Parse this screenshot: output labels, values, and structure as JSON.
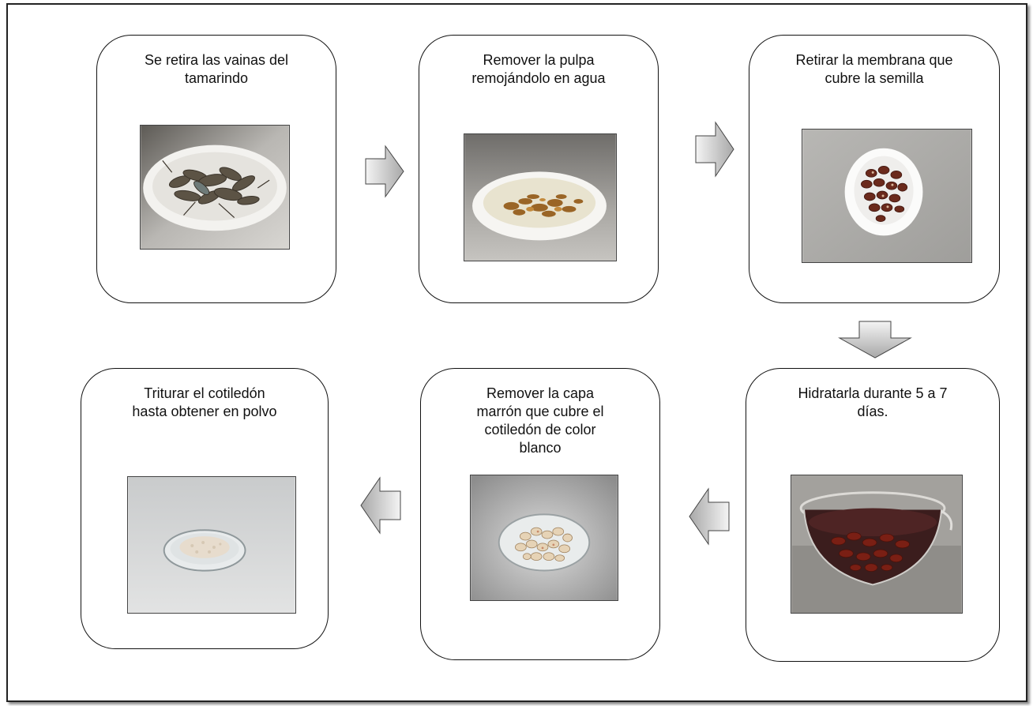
{
  "steps": [
    {
      "id": "step-1",
      "text": "Se retira las vainas del\ntamarindo",
      "photo": "tamarind-pods-bowl"
    },
    {
      "id": "step-2",
      "text": "Remover la pulpa\nremojándolo en agua",
      "photo": "pulp-in-water-bowl"
    },
    {
      "id": "step-3",
      "text": "Retirar la membrana que\ncubre la semilla",
      "photo": "seeds-in-dish"
    },
    {
      "id": "step-4",
      "text": "Hidratarla durante 5 a 7\ndías.",
      "photo": "seeds-soaking-beaker"
    },
    {
      "id": "step-5",
      "text": "Remover la capa\nmarrón que cubre el\ncotiledón de color\nblanco",
      "photo": "white-cotyledons-dish"
    },
    {
      "id": "step-6",
      "text": "Triturar el cotiledón\nhasta obtener en polvo",
      "photo": "cotyledon-powder-dish"
    }
  ],
  "arrows": [
    "arrow-right-icon",
    "arrow-right-icon",
    "arrow-down-icon",
    "arrow-left-icon",
    "arrow-left-icon"
  ],
  "colors": {
    "arrow_fill_light": "#f4f4f4",
    "arrow_fill_dark": "#a8a8a8",
    "border": "#111111"
  }
}
